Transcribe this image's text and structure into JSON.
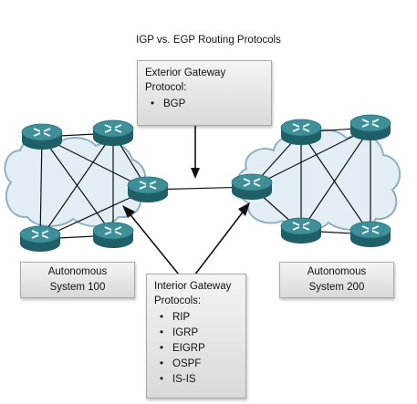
{
  "title": "IGP vs. EGP Routing Protocols",
  "egp": {
    "heading_line1": "Exterior Gateway",
    "heading_line2": "Protocol:",
    "items": [
      "BGP"
    ]
  },
  "igp": {
    "heading_line1": "Interior Gateway",
    "heading_line2": "Protocols:",
    "items": [
      "RIP",
      "IGRP",
      "EIGRP",
      "OSPF",
      "IS-IS"
    ]
  },
  "as_left": {
    "line1": "Autonomous",
    "line2": "System 100"
  },
  "as_right": {
    "line1": "Autonomous",
    "line2": "System 200"
  },
  "colors": {
    "router_top": "#3f8f98",
    "router_side": "#1f5f68",
    "cloud": "#e3eef4",
    "cloud_stroke": "#8fb0c3",
    "box_border": "#a9a9a9"
  }
}
